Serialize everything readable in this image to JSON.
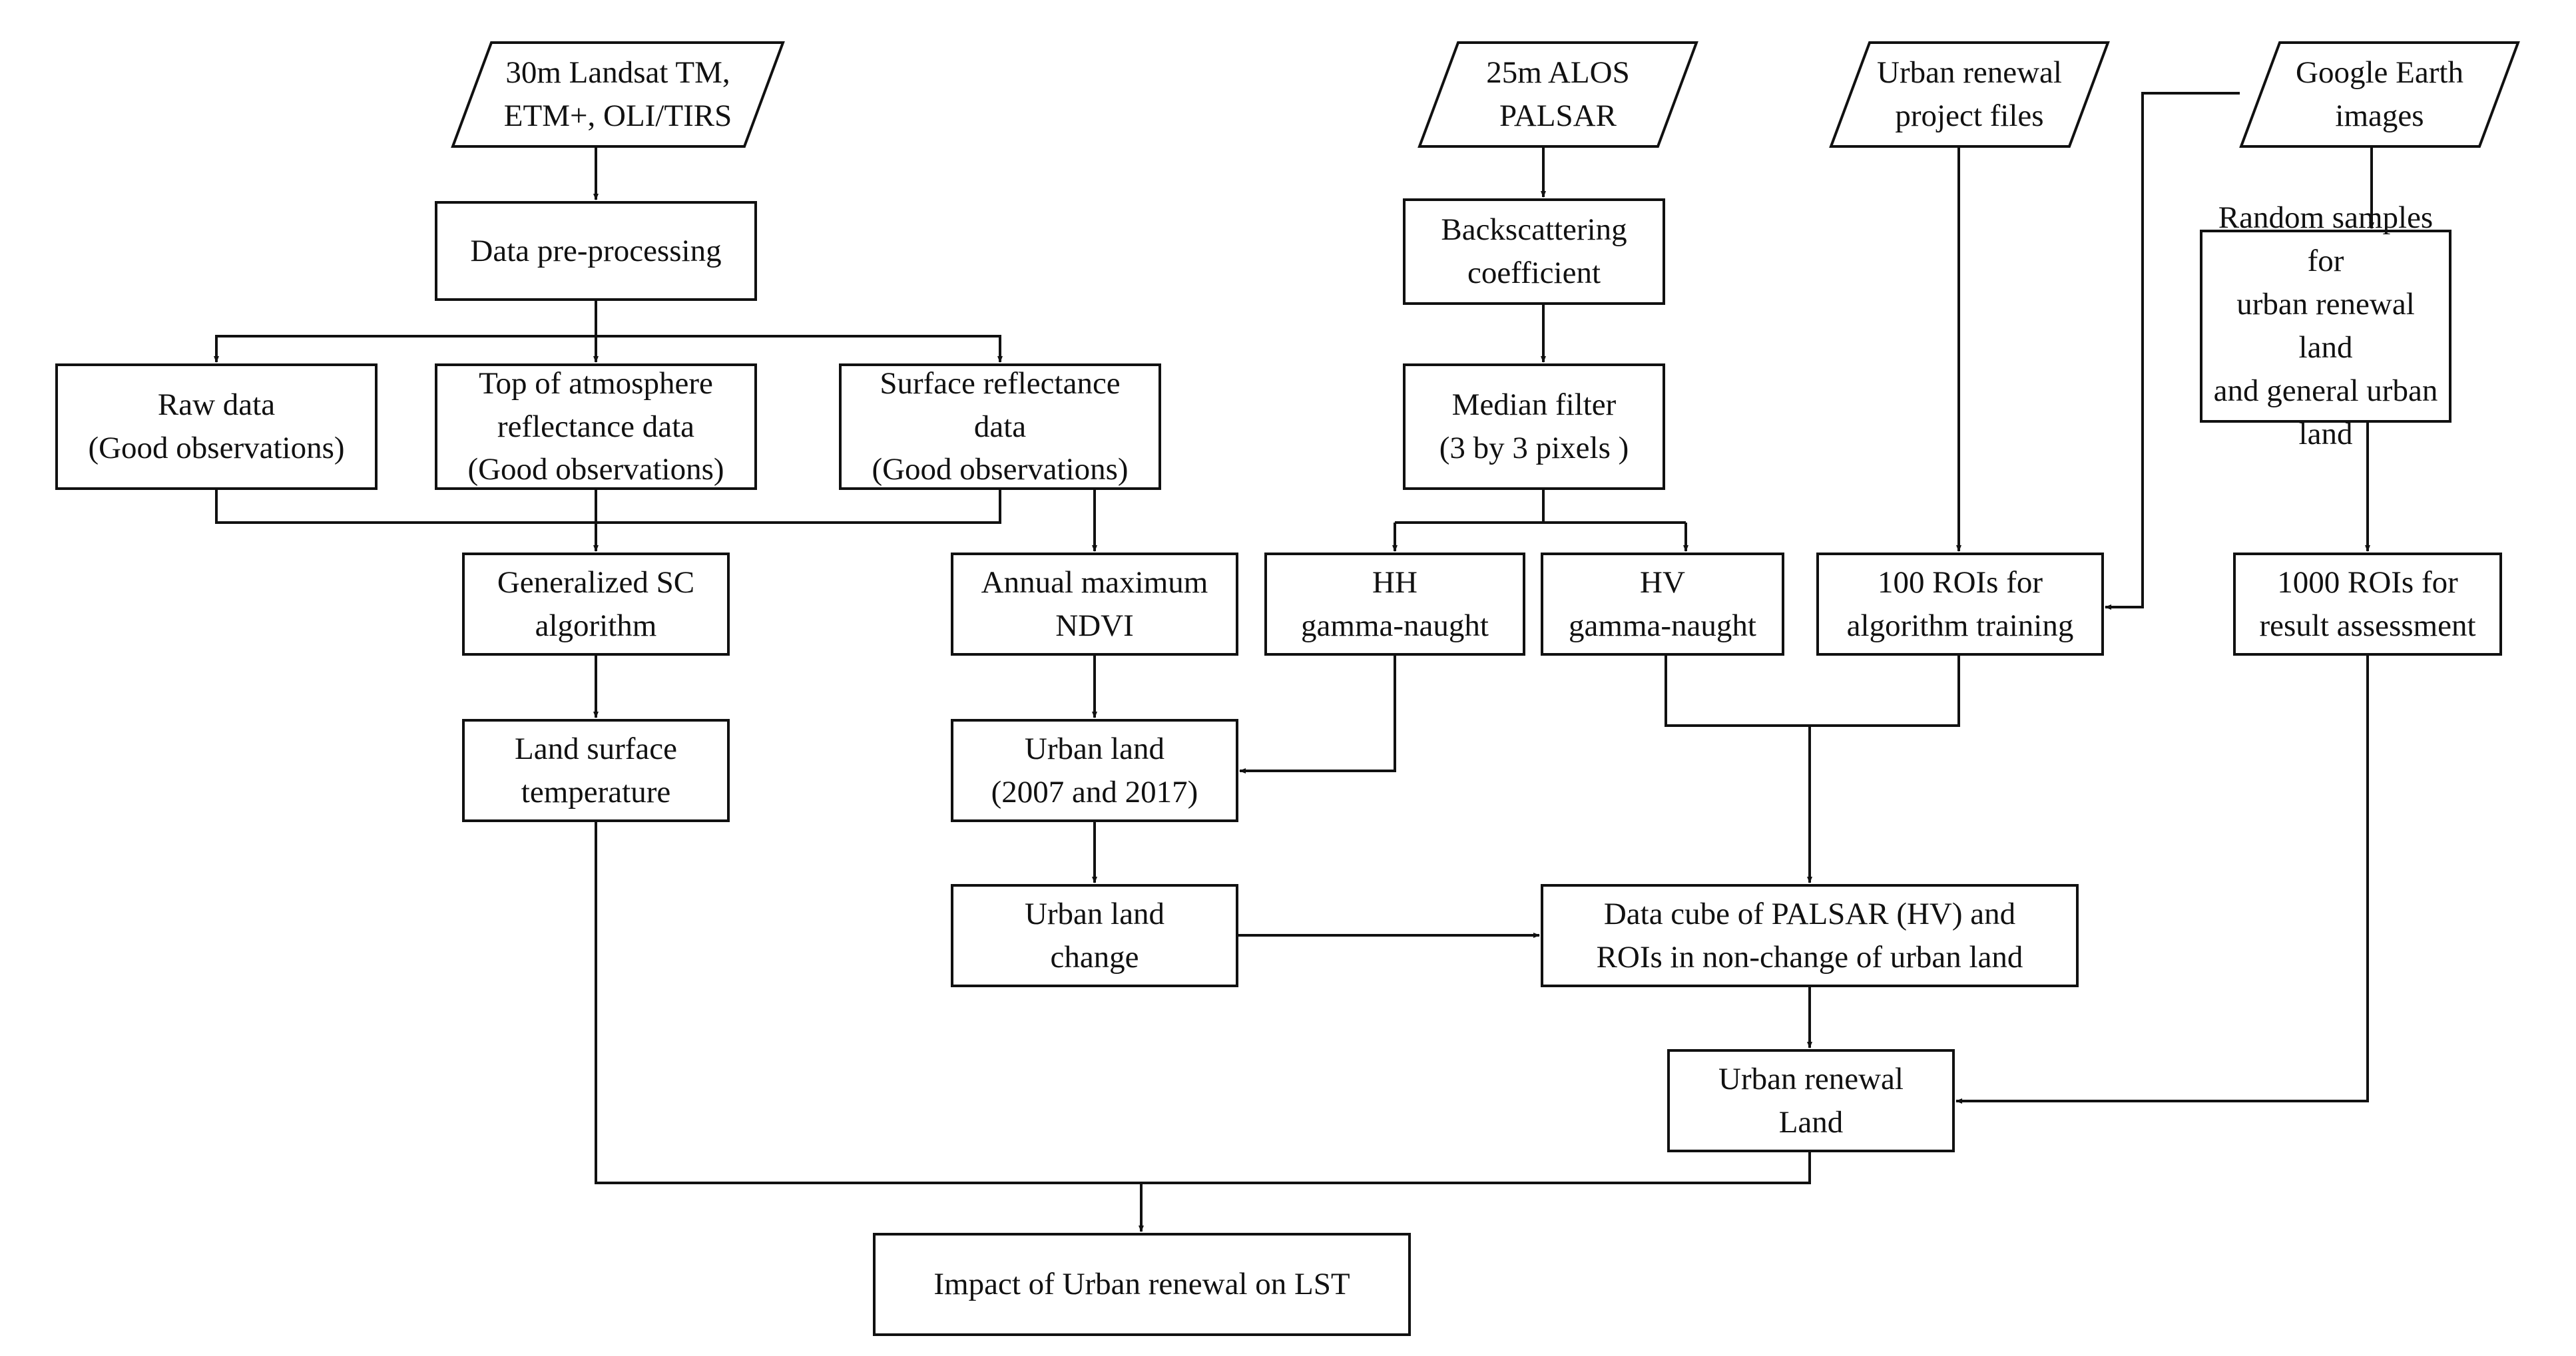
{
  "nodes": {
    "landsat": "30m Landsat TM,\nETM+, OLI/TIRS",
    "alos": "25m ALOS\nPALSAR",
    "renewal_files": "Urban renewal\nproject files",
    "google_earth": "Google Earth\nimages",
    "preprocessing": "Data pre-processing",
    "backscatter": "Backscattering\ncoefficient",
    "random_samples": "Random samples for\nurban renewal land\nand general urban\nland",
    "raw_data": "Raw data\n(Good observations)",
    "toa": "Top of atmosphere\nreflectance data\n(Good observations)",
    "surface_refl": "Surface reflectance\ndata\n(Good observations)",
    "median_filter": "Median filter\n(3 by 3 pixels )",
    "generalized_sc": "Generalized SC\nalgorithm",
    "ndvi": "Annual maximum\nNDVI",
    "hh": "HH\ngamma-naught",
    "hv": "HV\ngamma-naught",
    "rois_training": "100 ROIs for\nalgorithm training",
    "rois_assessment": "1000 ROIs for\nresult assessment",
    "lst": "Land surface\ntemperature",
    "urban_land": "Urban land\n(2007 and 2017)",
    "urban_change": "Urban land\nchange",
    "data_cube": "Data cube of PALSAR (HV) and\nROIs in non-change of urban land",
    "renewal_land": "Urban renewal\nLand",
    "impact": "Impact of Urban renewal on LST"
  },
  "style": {
    "line_color": "#111111",
    "background": "#ffffff"
  }
}
